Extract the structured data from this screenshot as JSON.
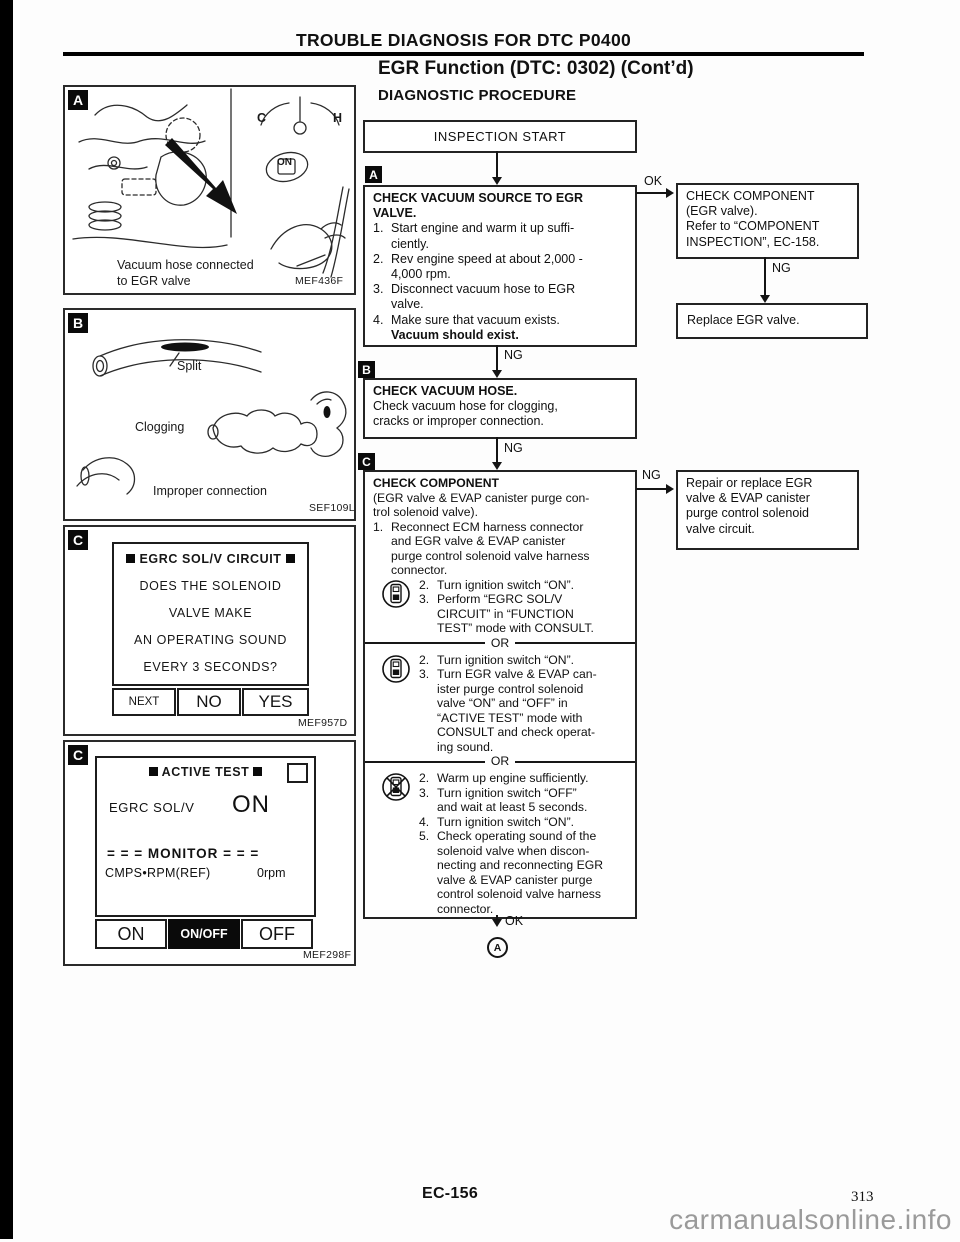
{
  "page": {
    "header_title": "TROUBLE DIAGNOSIS FOR DTC P0400",
    "section_title": "EGR Function (DTC: 0302) (Cont’d)",
    "subsection_title": "DIAGNOSTIC PROCEDURE",
    "footer_code": "EC-156",
    "footer_page_number": "313",
    "watermark": "carmanualsonline.info",
    "ink_color": "#111111",
    "watermark_color": "#9a9a9a"
  },
  "labels": {
    "ok": "OK",
    "ng": "NG"
  },
  "figures": {
    "fig_a": {
      "badge": "A",
      "caption": "Vacuum hose connected\nto EGR valve",
      "gauge_cold": "C",
      "gauge_hot": "H",
      "key_on": "ON",
      "code": "MEF436F"
    },
    "fig_b": {
      "badge": "B",
      "split": "Split",
      "clogging": "Clogging",
      "improper": "Improper connection",
      "code": "SEF109L"
    },
    "fig_c1": {
      "badge": "C",
      "screen_title": "EGRC SOL/V CIRCUIT",
      "line1": "DOES THE SOLENOID",
      "line2": "VALVE MAKE",
      "line3": "AN OPERATING SOUND",
      "line4": "EVERY 3 SECONDS?",
      "btn_next": "NEXT",
      "btn_no": "NO",
      "btn_yes": "YES",
      "code": "MEF957D"
    },
    "fig_c2": {
      "badge": "C",
      "screen_title": "ACTIVE TEST",
      "param_label": "EGRC SOL/V",
      "param_value": "ON",
      "monitor_line": "= = = MONITOR = = =",
      "monitor_param": "CMPS•RPM(REF)",
      "monitor_value": "0rpm",
      "btn_on": "ON",
      "btn_onoff": "ON/OFF",
      "btn_off": "OFF",
      "code": "MEF298F"
    }
  },
  "flowchart": {
    "start_label": "INSPECTION START",
    "box_a": {
      "badge": "A",
      "title": "CHECK VACUUM SOURCE TO EGR\nVALVE.",
      "steps": [
        {
          "num": "1.",
          "text": "Start engine and warm it up suffi-\nciently."
        },
        {
          "num": "2.",
          "text": "Rev engine speed at about 2,000 -\n4,000 rpm."
        },
        {
          "num": "3.",
          "text": "Disconnect vacuum hose to EGR\nvalve."
        },
        {
          "num": "4.",
          "text": "Make sure that vacuum exists."
        }
      ],
      "bold_note": "Vacuum should exist."
    },
    "check_component_box": "CHECK COMPONENT\n(EGR valve).\nRefer to “COMPONENT\nINSPECTION”, EC-158.",
    "replace_box": "Replace EGR valve.",
    "box_b": {
      "badge": "B",
      "title": "CHECK VACUUM HOSE.",
      "text": "Check vacuum hose for clogging,\ncracks or improper connection."
    },
    "box_c": {
      "badge": "C",
      "title": "CHECK COMPONENT",
      "subtitle": "(EGR valve & EVAP canister purge con-\ntrol solenoid valve).",
      "step1": {
        "num": "1.",
        "text": "Reconnect ECM harness connector\nand EGR valve & EVAP canister\npurge control solenoid valve harness\nconnector."
      },
      "or_divider": "OR",
      "consult_group_1": {
        "steps": [
          {
            "num": "2.",
            "text": "Turn ignition switch “ON”."
          },
          {
            "num": "3.",
            "text": "Perform “EGRC SOL/V\nCIRCUIT” in “FUNCTION\nTEST” mode with CONSULT."
          }
        ]
      },
      "consult_group_2": {
        "steps": [
          {
            "num": "2.",
            "text": "Turn ignition switch “ON”."
          },
          {
            "num": "3.",
            "text": "Turn EGR valve & EVAP can-\nister purge control solenoid\nvalve “ON” and “OFF” in\n“ACTIVE TEST” mode with\nCONSULT and check operat-\ning sound."
          }
        ]
      },
      "no_consult_group": {
        "steps": [
          {
            "num": "2.",
            "text": "Warm up engine sufficiently."
          },
          {
            "num": "3.",
            "text": "Turn ignition switch “OFF”\nand wait at least 5 seconds."
          },
          {
            "num": "4.",
            "text": "Turn ignition switch “ON”."
          },
          {
            "num": "5.",
            "text": "Check operating sound of the\nsolenoid valve when discon-\nnecting and reconnecting EGR\nvalve & EVAP canister purge\ncontrol solenoid valve harness\nconnector."
          }
        ]
      },
      "connector_label": "A"
    },
    "repair_box": "Repair or replace EGR\nvalve & EVAP canister\npurge control solenoid\nvalve circuit."
  }
}
